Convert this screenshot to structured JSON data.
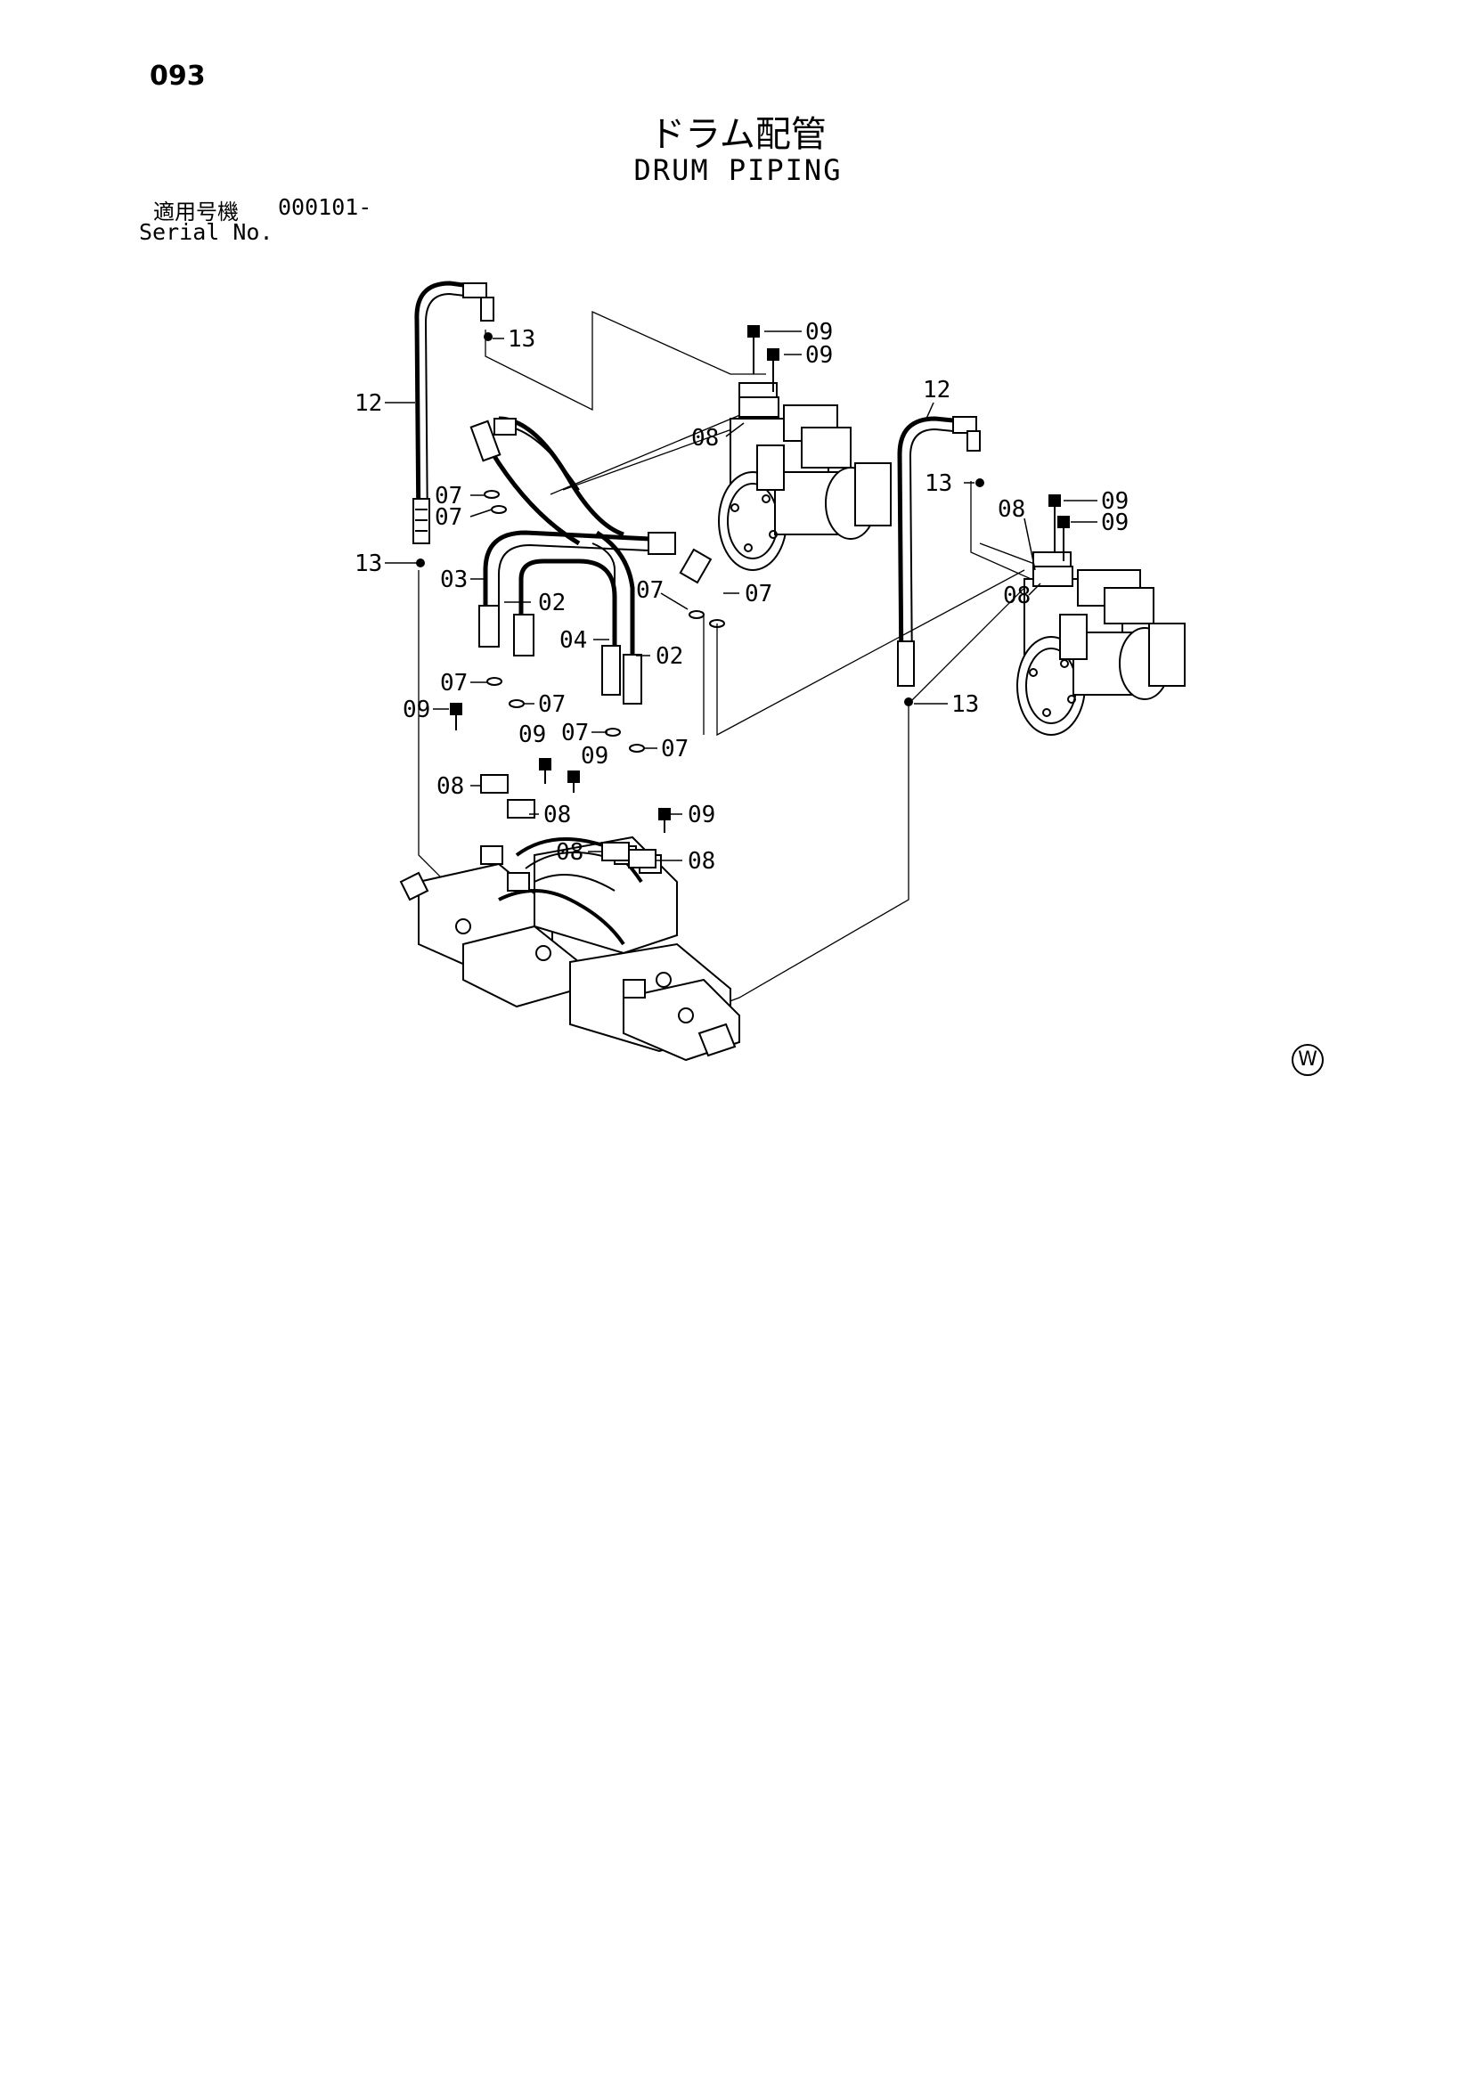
{
  "page": {
    "number": "093"
  },
  "title": {
    "jp": "ドラム配管",
    "en": "DRUM PIPING"
  },
  "serial": {
    "jp_label": "適用号機",
    "range": "000101-",
    "en_label": "Serial No."
  },
  "watermark": "W",
  "callouts": {
    "c12a": "12",
    "c13a": "13",
    "c13b": "13",
    "c12b": "12",
    "c13c": "13",
    "c13d": "13",
    "c09a": "09",
    "c09b": "09",
    "c08a": "08",
    "c08b": "08",
    "c09c": "09",
    "c09d": "09",
    "c08c": "08",
    "c07a": "07",
    "c07b": "07",
    "c03": "03",
    "c02a": "02",
    "c07c": "07",
    "c07d": "07",
    "c04": "04",
    "c02b": "02",
    "c07e": "07",
    "c07f": "07",
    "c09e": "09",
    "c07g": "07",
    "c07h": "07",
    "c09f": "09",
    "c09g": "09",
    "c08d": "08",
    "c08e": "08",
    "c09h": "09",
    "c08f": "08",
    "c08g": "08"
  }
}
